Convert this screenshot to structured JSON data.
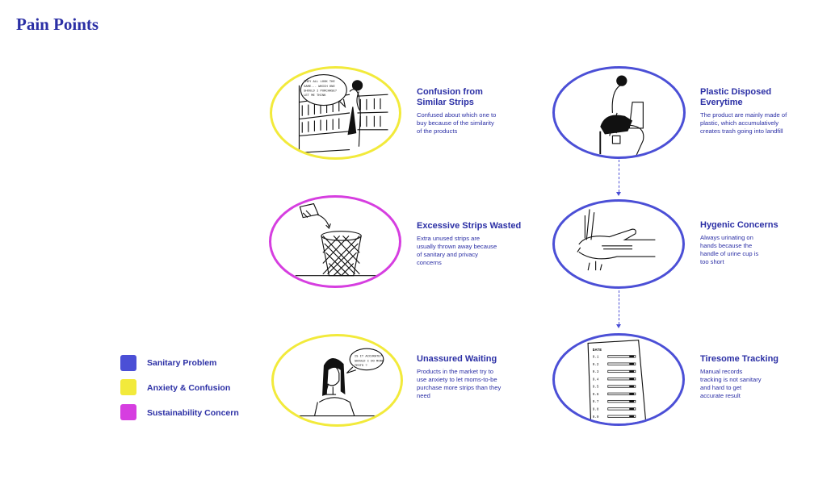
{
  "page_title": "Pain Points",
  "colors": {
    "sanitary": "#4b4fd6",
    "anxiety": "#f2ea3b",
    "sustainability": "#d63ee0",
    "text": "#2b2fa5"
  },
  "legend": [
    {
      "label": "Sanitary Problem"
    },
    {
      "label": "Anxiety & Confusion"
    },
    {
      "label": "Sustainability Concern"
    }
  ],
  "pain_points": [
    {
      "title": "Confusion from Similar Strips",
      "description": "Confused about which one to buy because of the similarity of the products",
      "category": "anxiety",
      "illustration": "store-shelf-woman",
      "bubble_text": "THEY ALL LOOK THE SAME... WHICH ONE SHOULD I PURCHASE? LET ME THINK"
    },
    {
      "title": "Plastic Disposed Everytime",
      "description": "The product are mainly made of plastic, which accumulatively creates trash going into landfill",
      "category": "sanitary",
      "illustration": "woman-on-toilet"
    },
    {
      "title": "Excessive Strips Wasted",
      "description": "Extra unused strips are usually thrown away because of sanitary and privacy concerns",
      "category": "sustainability",
      "illustration": "wastebasket"
    },
    {
      "title": "Hygenic Concerns",
      "description": "Always urinating on hands because the handle of urine cup is too short",
      "category": "sanitary",
      "illustration": "wet-hand"
    },
    {
      "title": "Unassured Waiting",
      "description": "Products in the market try to use anxiety to let moms-to-be purchase more strips than they need",
      "category": "anxiety",
      "illustration": "thinking-woman",
      "bubble_text": "IS IT ACCURATE? SHOULD I DO MORE TESTS ?"
    },
    {
      "title": "Tiresome Tracking",
      "description": "Manual records tracking is not sanitary and hard to get accurate result",
      "category": "sanitary",
      "illustration": "record-sheet",
      "sheet_header": "DATE",
      "sheet_rows": [
        "9.1",
        "9.2",
        "9.3",
        "9.4",
        "9.5",
        "9.6",
        "9.7",
        "9.8",
        "9.9"
      ]
    }
  ]
}
